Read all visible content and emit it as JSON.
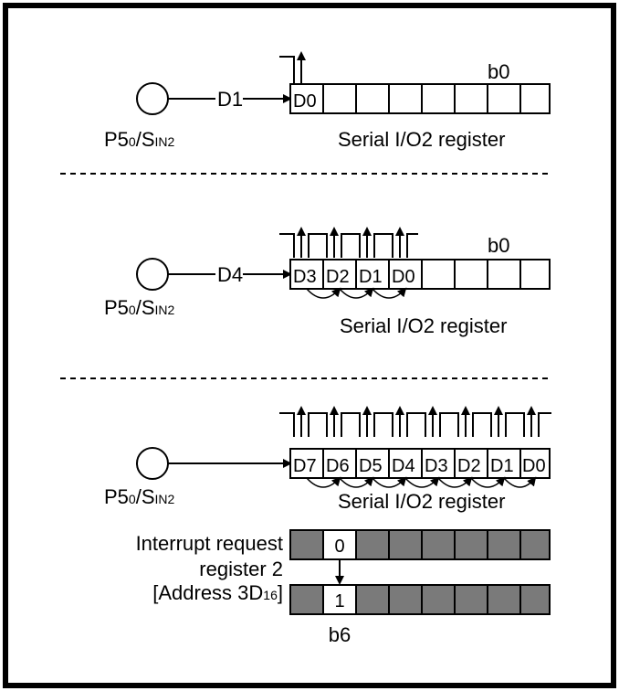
{
  "panels": [
    {
      "input": "D1",
      "pin": {
        "base": "P5",
        "sub0": "0",
        "mid": "/S",
        "sub1": "IN2"
      },
      "cells": [
        "D0",
        "",
        "",
        "",
        "",
        "",
        "",
        ""
      ],
      "bit_label": "b0",
      "register_label": "Serial I/O2 register"
    },
    {
      "input": "D4",
      "pin": {
        "base": "P5",
        "sub0": "0",
        "mid": "/S",
        "sub1": "IN2"
      },
      "cells": [
        "D3",
        "D2",
        "D1",
        "D0",
        "",
        "",
        "",
        ""
      ],
      "bit_label": "b0",
      "register_label": "Serial I/O2 register"
    },
    {
      "input": "",
      "pin": {
        "base": "P5",
        "sub0": "0",
        "mid": "/S",
        "sub1": "IN2"
      },
      "cells": [
        "D7",
        "D6",
        "D5",
        "D4",
        "D3",
        "D2",
        "D1",
        "D0"
      ],
      "bit_label": "",
      "register_label": "Serial I/O2 register"
    }
  ],
  "interrupt": {
    "label_line1": "Interrupt request",
    "label_line2": "register 2",
    "label_line3_prefix": "[Address 3D",
    "label_line3_sub": "16",
    "label_line3_suffix": "]",
    "before_value": "0",
    "after_value": "1",
    "bit_label": "b6"
  },
  "colors": {
    "gray_cell": "#7a7a7a",
    "line": "#000000"
  }
}
